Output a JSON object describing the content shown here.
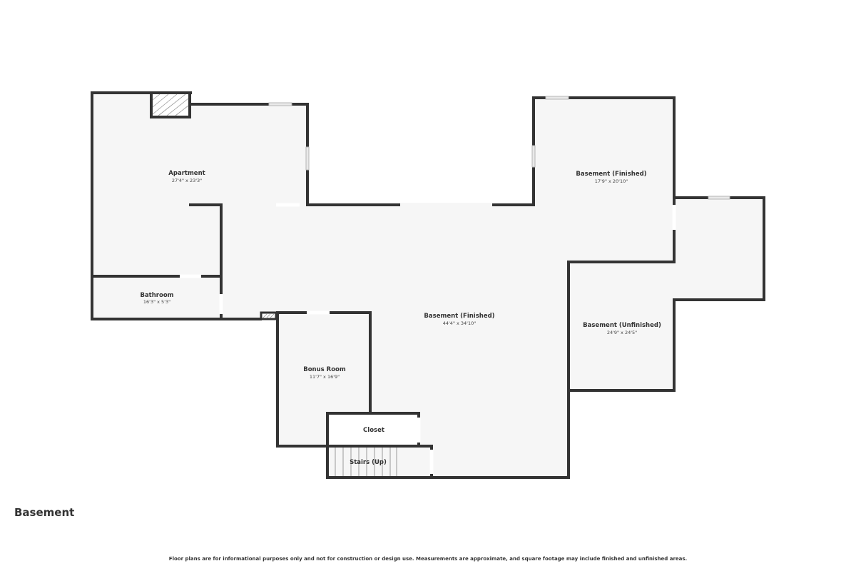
{
  "floor_title": "Basement",
  "disclaimer": "Floor plans are for informational purposes only and not for construction or design use. Measurements are approximate, and square footage may include finished and unfinished areas.",
  "rooms": {
    "apartment": {
      "name": "Apartment",
      "dims": "27'4\" x 23'3\""
    },
    "bathroom": {
      "name": "Bathroom",
      "dims": "16'3\" x 5'3\""
    },
    "basement_main": {
      "name": "Basement (Finished)",
      "dims": "44'4\" x 34'10\""
    },
    "basement_ne": {
      "name": "Basement (Finished)",
      "dims": "17'9\" x 20'10\""
    },
    "basement_unfinished": {
      "name": "Basement (Unfinished)",
      "dims": "24'9\" x 24'5\""
    },
    "bonus_room": {
      "name": "Bonus Room",
      "dims": "11'7\" x 16'9\""
    },
    "closet": {
      "name": "Closet"
    },
    "stairs": {
      "name": "Stairs (Up)"
    }
  },
  "colors": {
    "wall": "#333333",
    "floor": "#f6f6f6",
    "background": "#ffffff"
  }
}
